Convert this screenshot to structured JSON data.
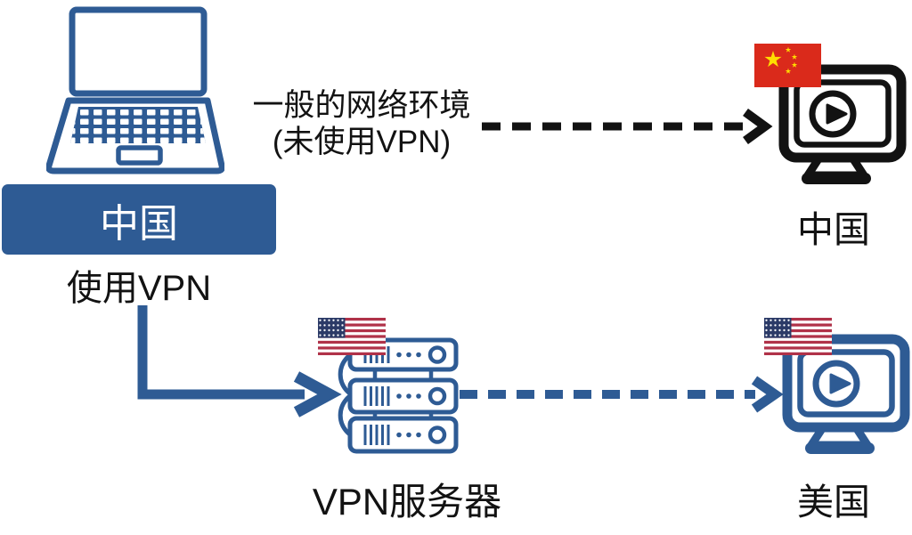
{
  "colors": {
    "diagram_blue": "#2E5B94",
    "line_black": "#121212",
    "china_flag_red": "#DA2A1B",
    "flag_star_yellow": "#FFDE00",
    "us_flag_navy": "#2B3A67",
    "us_flag_red": "#B03249",
    "background": "#FFFFFF"
  },
  "source_device": {
    "country_label": "中国",
    "caption": "使用VPN"
  },
  "direct_route": {
    "description_line1": "一般的网络环境",
    "description_line2": "(未使用VPN)",
    "destination_country": "中国"
  },
  "vpn_route": {
    "server_label": "VPN服务器",
    "destination_country": "美国"
  }
}
